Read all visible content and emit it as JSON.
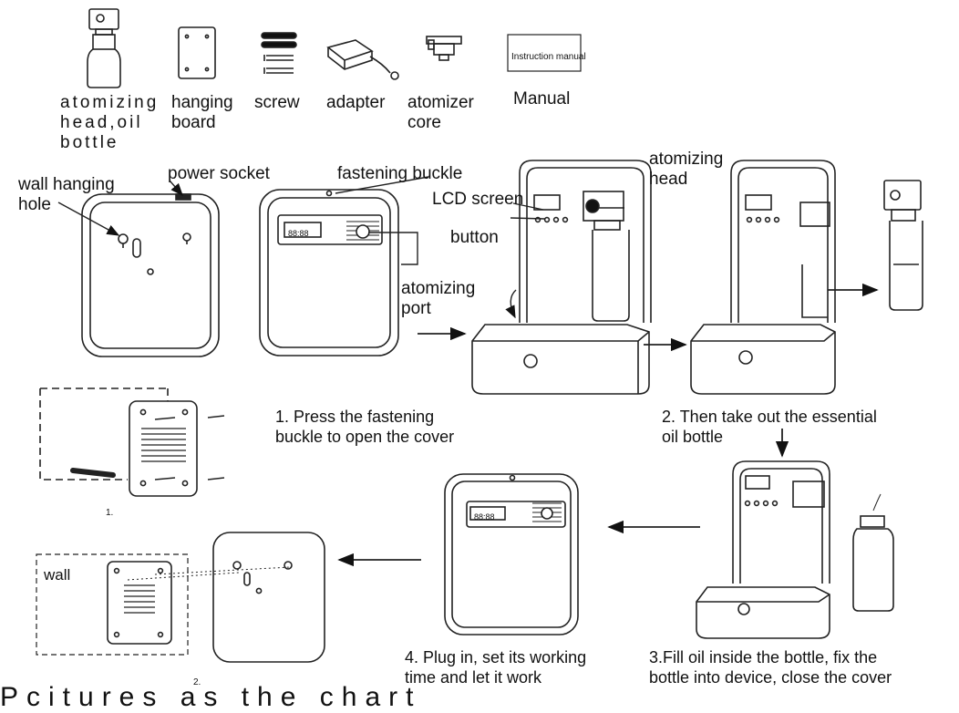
{
  "parts": {
    "atomizing_head": "atomizing\nhead,oil\nbottle",
    "hanging_board": "hanging\nboard",
    "screw": "screw",
    "adapter": "adapter",
    "atomizer_core": "atomizer\ncore",
    "manual": "Manual",
    "manual_box": "Instruction manual"
  },
  "callouts": {
    "wall_hole": "wall hanging\nhole",
    "power_socket": "power socket",
    "fastening_buckle": "fastening buckle",
    "lcd_screen": "LCD screen",
    "button": "button",
    "atomizing_port": "atomizing\nport",
    "atomizing_head": "atomizing\nhead",
    "wall": "wall",
    "fig1": "1.",
    "fig2": "2.",
    "display": "88:88"
  },
  "steps": {
    "step1": "1.  Press the  fastening\nbuckle to open the cover",
    "step2": "2. Then take out the essential\noil bottle",
    "step3": "3.Fill oil inside the bottle, fix the\nbottle into device, close the cover",
    "step4": "4. Plug in, set its working\ntime and let it work"
  },
  "bottom_text": "Pcitures as the chart"
}
